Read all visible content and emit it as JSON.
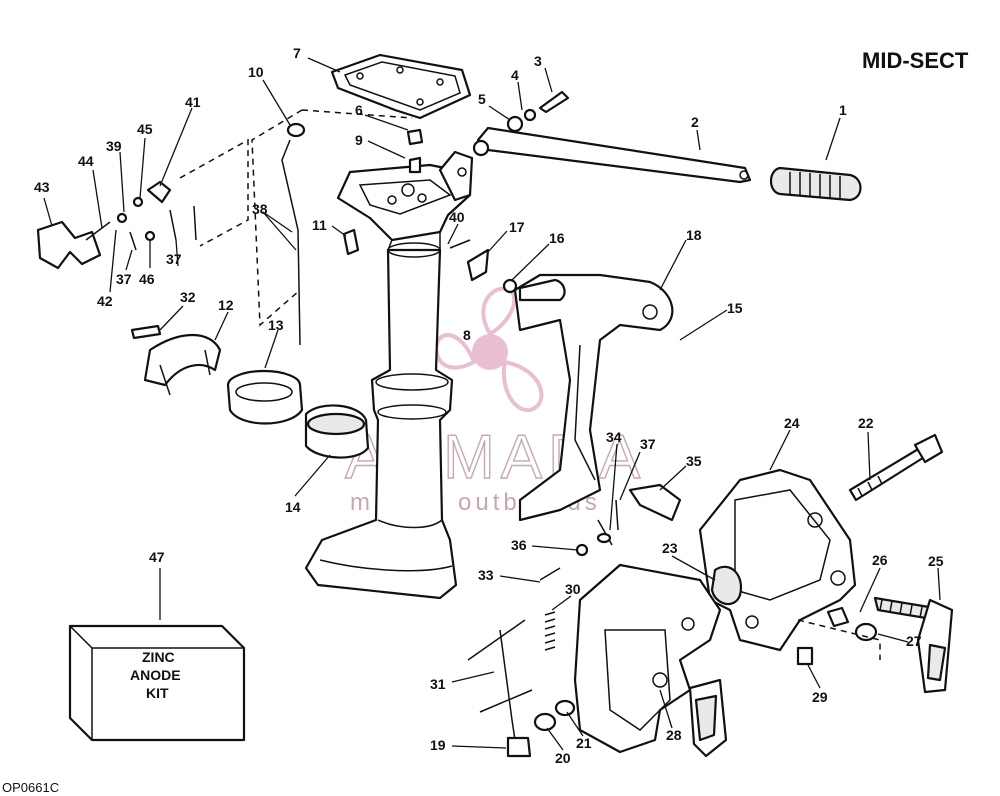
{
  "title": "MID-SECT",
  "figure_code": "OP0661C",
  "zinc_box": {
    "line1": "ZINC",
    "line2": "ANODE",
    "line3": "KIT"
  },
  "watermark": {
    "brand": "ARMADA",
    "tagline": "marine outboards"
  },
  "colors": {
    "ink": "#111111",
    "watermark": "#e2a9c4",
    "watermark_line": "#c9a6b6"
  },
  "callouts": [
    {
      "id": "c1",
      "label": "1"
    },
    {
      "id": "c2",
      "label": "2"
    },
    {
      "id": "c3",
      "label": "3"
    },
    {
      "id": "c4",
      "label": "4"
    },
    {
      "id": "c5",
      "label": "5"
    },
    {
      "id": "c6",
      "label": "6"
    },
    {
      "id": "c7",
      "label": "7"
    },
    {
      "id": "c8",
      "label": "8"
    },
    {
      "id": "c9",
      "label": "9"
    },
    {
      "id": "c10",
      "label": "10"
    },
    {
      "id": "c11",
      "label": "11"
    },
    {
      "id": "c12",
      "label": "12"
    },
    {
      "id": "c13",
      "label": "13"
    },
    {
      "id": "c14",
      "label": "14"
    },
    {
      "id": "c15",
      "label": "15"
    },
    {
      "id": "c16",
      "label": "16"
    },
    {
      "id": "c17",
      "label": "17"
    },
    {
      "id": "c18",
      "label": "18"
    },
    {
      "id": "c19",
      "label": "19"
    },
    {
      "id": "c20",
      "label": "20"
    },
    {
      "id": "c21",
      "label": "21"
    },
    {
      "id": "c22",
      "label": "22"
    },
    {
      "id": "c23",
      "label": "23"
    },
    {
      "id": "c24",
      "label": "24"
    },
    {
      "id": "c25",
      "label": "25"
    },
    {
      "id": "c26",
      "label": "26"
    },
    {
      "id": "c27",
      "label": "27"
    },
    {
      "id": "c28",
      "label": "28"
    },
    {
      "id": "c29",
      "label": "29"
    },
    {
      "id": "c30",
      "label": "30"
    },
    {
      "id": "c31",
      "label": "31"
    },
    {
      "id": "c32",
      "label": "32"
    },
    {
      "id": "c33",
      "label": "33"
    },
    {
      "id": "c34",
      "label": "34"
    },
    {
      "id": "c35",
      "label": "35"
    },
    {
      "id": "c36",
      "label": "36"
    },
    {
      "id": "c37a",
      "label": "37"
    },
    {
      "id": "c37b",
      "label": "37"
    },
    {
      "id": "c37c",
      "label": "37"
    },
    {
      "id": "c38",
      "label": "38"
    },
    {
      "id": "c39",
      "label": "39"
    },
    {
      "id": "c40",
      "label": "40"
    },
    {
      "id": "c41",
      "label": "41"
    },
    {
      "id": "c42",
      "label": "42"
    },
    {
      "id": "c43",
      "label": "43"
    },
    {
      "id": "c44",
      "label": "44"
    },
    {
      "id": "c45",
      "label": "45"
    },
    {
      "id": "c46",
      "label": "46"
    },
    {
      "id": "c47",
      "label": "47"
    }
  ]
}
